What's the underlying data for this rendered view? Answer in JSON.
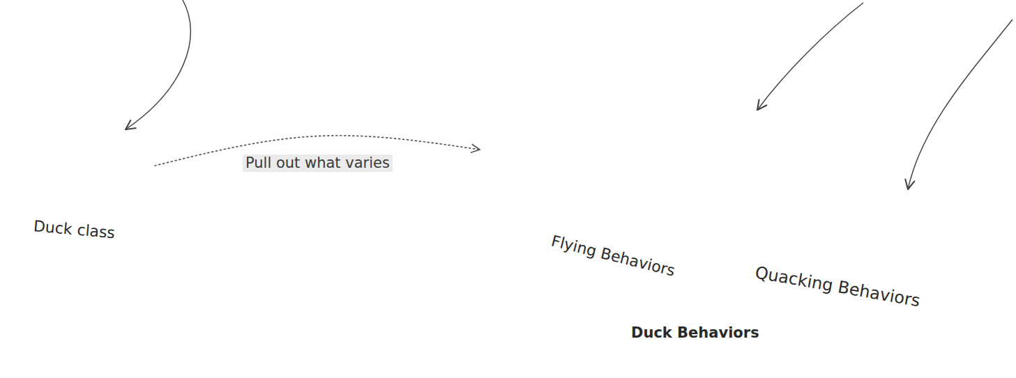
{
  "diagram": {
    "nodes": [
      {
        "text": [
          "Duck class"
        ]
      },
      {
        "text": [
          "Duck Behaviors"
        ]
      },
      {
        "text": [
          "Flying Behaviors"
        ],
        "in": 1
      },
      {
        "text": [
          "Quacking Behaviors"
        ],
        "in": 1
      }
    ],
    "edges": [
      {
        "from": 0,
        "to": 1,
        "label": "Pull out what varies",
        "arrow": "to"
      }
    ]
  }
}
